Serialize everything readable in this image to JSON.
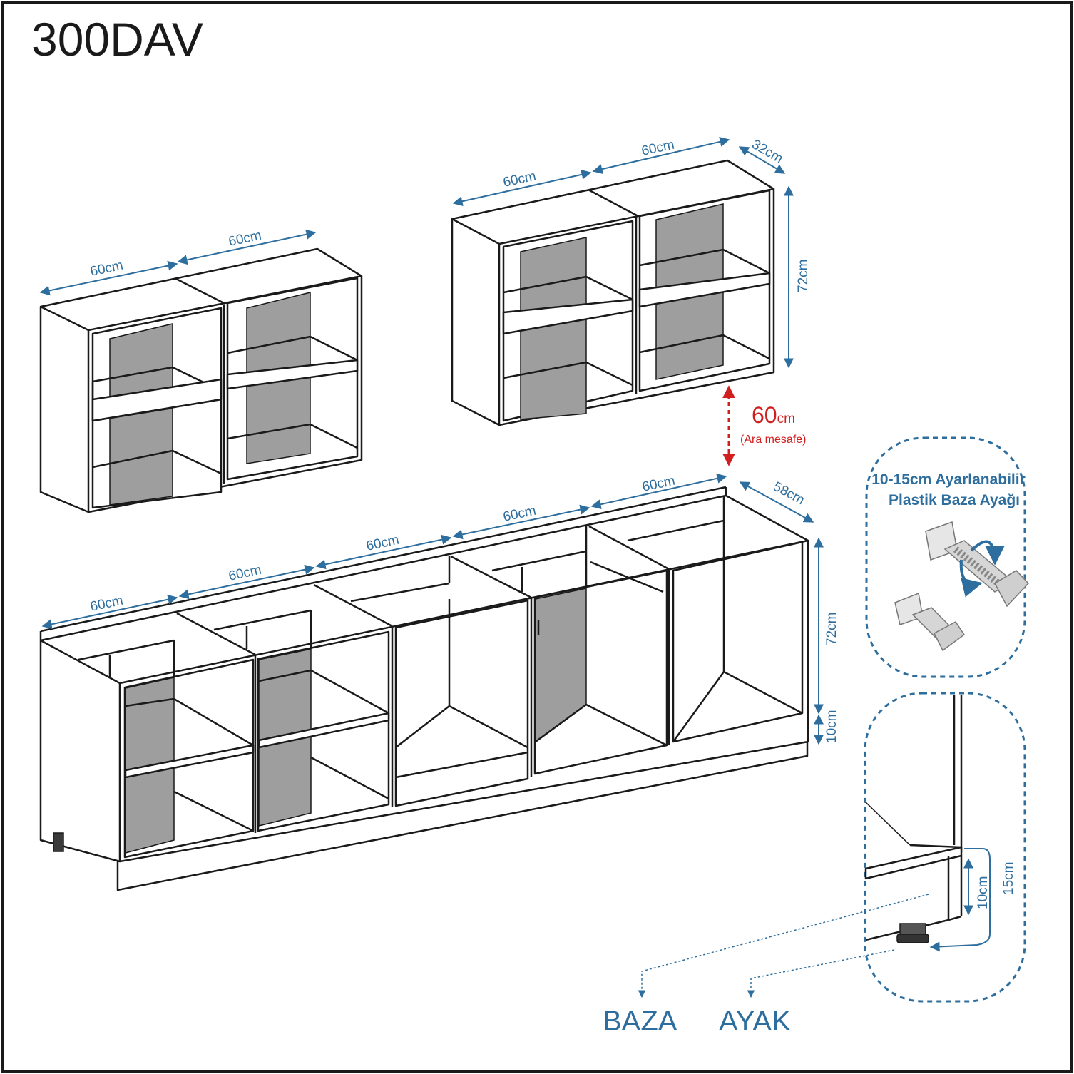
{
  "title": "300DAV",
  "colors": {
    "dimension": "#2e6e9e",
    "gap_marker": "#d11f1f",
    "ink": "#1a1a1a",
    "back_panel": "#9e9e9e"
  },
  "wall_left": {
    "widths": [
      "60cm",
      "60cm"
    ]
  },
  "wall_right": {
    "widths": [
      "60cm",
      "60cm"
    ],
    "depth": "32cm",
    "height": "72cm"
  },
  "gap": {
    "value": "60",
    "unit": "cm",
    "note": "(Ara mesafe)"
  },
  "base": {
    "widths": [
      "60cm",
      "60cm",
      "60cm",
      "60cm",
      "60cm"
    ],
    "depth": "58cm",
    "height": "72cm",
    "plinth": "10cm"
  },
  "legs_callout": {
    "line1": "10-15cm Ayarlanabilir",
    "line2": "Plastik Baza Ayağı"
  },
  "detail": {
    "plinth": "10cm",
    "max": "15cm"
  },
  "labels": {
    "baza": "BAZA",
    "ayak": "AYAK"
  }
}
